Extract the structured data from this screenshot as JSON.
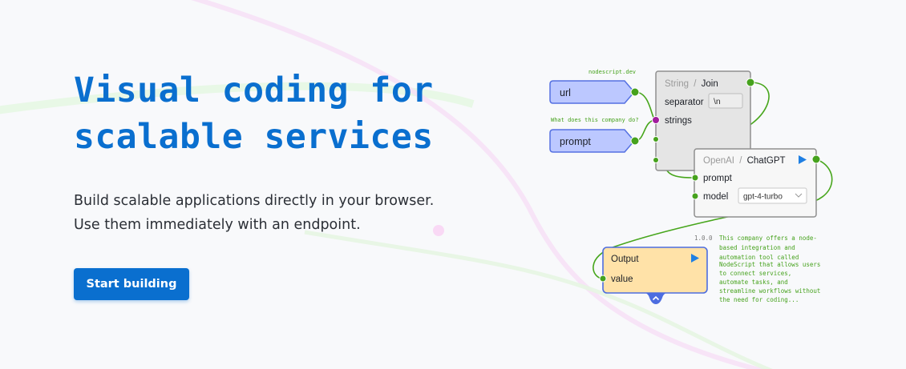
{
  "hero": {
    "title_line1": "Visual coding for",
    "title_line2": "scalable services",
    "subtitle_line1": "Build scalable applications directly in your browser.",
    "subtitle_line2": "Use them immediately with an endpoint.",
    "cta_label": "Start building"
  },
  "graph": {
    "url_node": {
      "caption": "nodescript.dev",
      "label": "url"
    },
    "prompt_node": {
      "caption": "What does this company do?",
      "label": "prompt"
    },
    "join_node": {
      "category": "String",
      "separator_char": "/",
      "name": "Join",
      "param_separator": "separator",
      "separator_value": "\\n",
      "param_strings": "strings"
    },
    "chatgpt_node": {
      "category": "OpenAI",
      "separator_char": "/",
      "name": "ChatGPT",
      "param_prompt": "prompt",
      "param_model": "model",
      "model_value": "gpt-4-turbo"
    },
    "output_node": {
      "name": "Output",
      "param_value": "value",
      "version": "1.0.0",
      "result_lines": [
        "This company offers a node-",
        "based integration and",
        "automation tool called",
        "NodeScript that allows users",
        "to connect services,",
        "automate tasks, and",
        "streamline workflows without",
        "the need for coding..."
      ]
    },
    "icons": {
      "run": "play-icon",
      "dropdown": "chevron-down-icon",
      "collapse": "chevron-up-icon"
    },
    "colors": {
      "accent": "#0a6fcf",
      "wire": "#47a61c",
      "port": "#46a21d",
      "string_port": "#a21d9e",
      "input_node_fill": "#bcc8ff",
      "input_node_border": "#5571e2",
      "output_node_fill": "#ffe2a8",
      "output_node_border": "#4d6de0",
      "node_fill": "#e5e5e5",
      "node_border": "#8f8f8f"
    }
  }
}
